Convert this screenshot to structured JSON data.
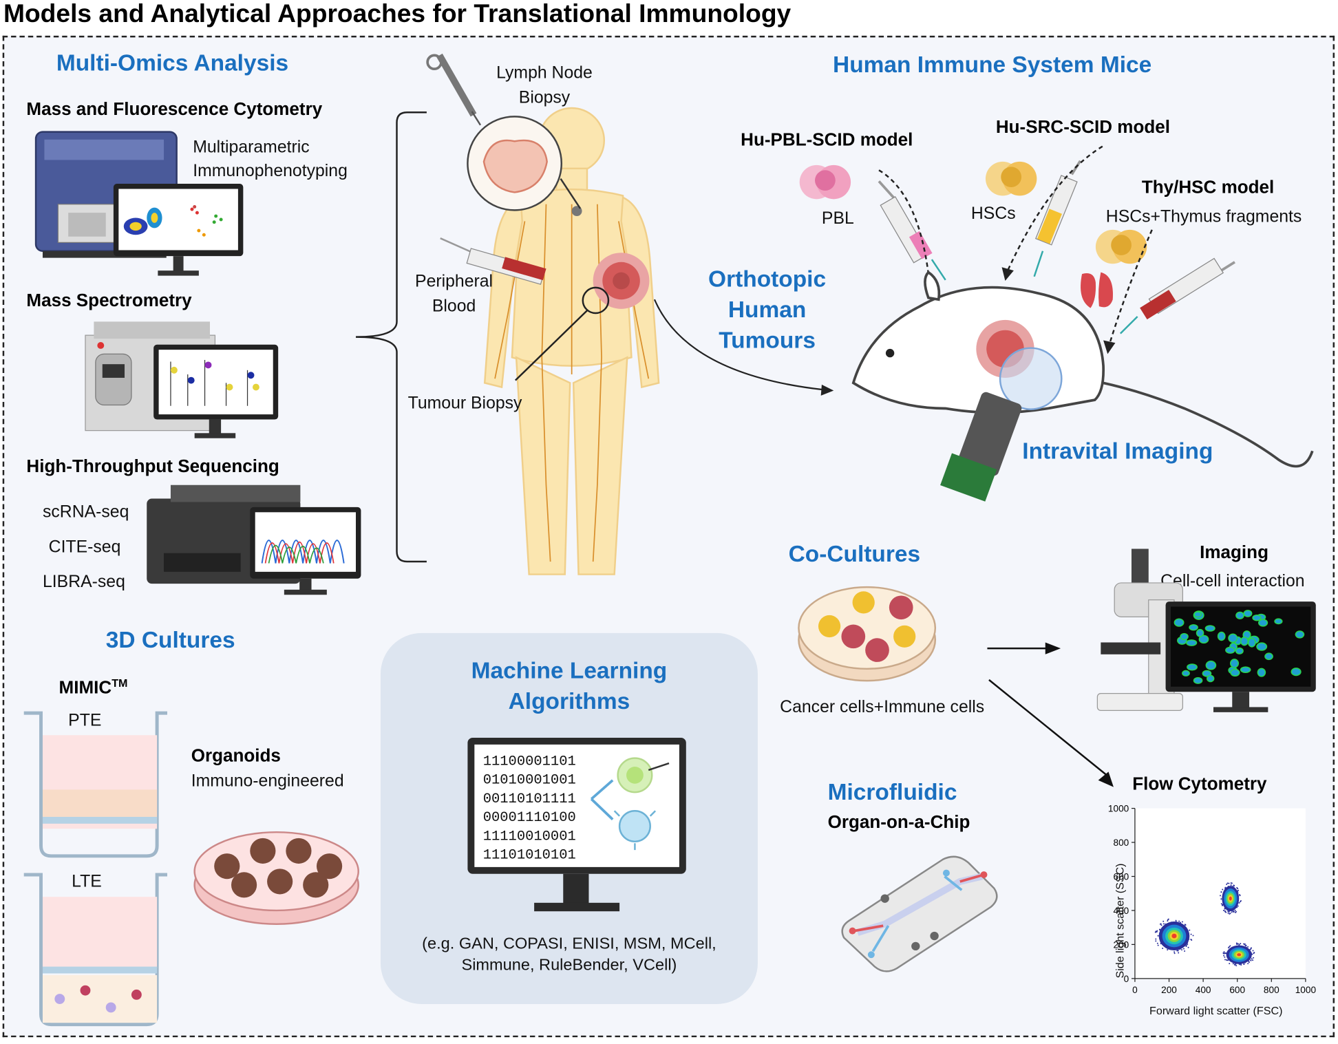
{
  "title": "Models and Analytical Approaches for Translational Immunology",
  "multi_omics": {
    "heading": "Multi-Omics Analysis",
    "cytometry": {
      "label": "Mass and Fluorescence Cytometry",
      "desc_line1": "Multiparametric",
      "desc_line2": "Immunophenotyping"
    },
    "mass_spec": {
      "label": "Mass Spectrometry"
    },
    "sequencing": {
      "label": "High-Throughput Sequencing",
      "methods": [
        "scRNA-seq",
        "CITE-seq",
        "LIBRA-seq"
      ]
    }
  },
  "body": {
    "lymph_line1": "Lymph Node",
    "lymph_line2": "Biopsy",
    "blood_line1": "Peripheral",
    "blood_line2": "Blood",
    "tumour_biopsy": "Tumour Biopsy",
    "orthotopic_line1": "Orthotopic",
    "orthotopic_line2": "Human",
    "orthotopic_line3": "Tumours"
  },
  "mice": {
    "heading": "Human Immune System Mice",
    "pbl_model": "Hu-PBL-SCID model",
    "pbl": "PBL",
    "src_model": "Hu-SRC-SCID model",
    "hscs": "HSCs",
    "thy_model": "Thy/HSC model",
    "thy_desc": "HSCs+Thymus fragments",
    "intravital": "Intravital Imaging"
  },
  "cultures3d": {
    "heading": "3D Cultures",
    "mimic": "MIMIC",
    "mimic_tm": "TM",
    "pte": "PTE",
    "lte": "LTE",
    "organoids": "Organoids",
    "organoids_sub": "Immuno-engineered"
  },
  "ml": {
    "heading_line1": "Machine Learning",
    "heading_line2": "Algorithms",
    "binary": [
      "11100001101",
      "01010001001",
      "00110101111",
      "00001110100",
      "11110010001",
      "11101010101"
    ],
    "examples_line1": "(e.g. GAN, COPASI, ENISI, MSM, MCell,",
    "examples_line2": "Simmune, RuleBender, VCell)"
  },
  "cocultures": {
    "heading": "Co-Cultures",
    "caption": "Cancer cells+Immune cells"
  },
  "imaging": {
    "label": "Imaging",
    "sub": "Cell-cell interaction"
  },
  "microfluidic": {
    "heading": "Microfluidic",
    "sub": "Organ-on-a-Chip"
  },
  "flow": {
    "label": "Flow Cytometry"
  },
  "colors": {
    "accent_blue": "#1a6fbf",
    "frame_bg": "#f4f6fb",
    "ml_box": "#dde5f0",
    "body_skin": "#fbe6b0",
    "tumour": "#d45a5a"
  },
  "chart_data": {
    "type": "scatter",
    "title": "Flow Cytometry",
    "xlabel": "Forward light scatter (FSC)",
    "ylabel": "Side light scatter (SSC)",
    "xlim": [
      0,
      1000
    ],
    "ylim": [
      0,
      1000
    ],
    "x_ticks": [
      "0",
      "200",
      "400",
      "600",
      "800",
      "1000"
    ],
    "y_ticks": [
      "0",
      "200",
      "400",
      "600",
      "800",
      "1000"
    ],
    "populations": [
      {
        "center_x": 230,
        "center_y": 250,
        "spread_x": 90,
        "spread_y": 85
      },
      {
        "center_x": 560,
        "center_y": 470,
        "spread_x": 50,
        "spread_y": 75
      },
      {
        "center_x": 610,
        "center_y": 140,
        "spread_x": 75,
        "spread_y": 55
      }
    ]
  }
}
